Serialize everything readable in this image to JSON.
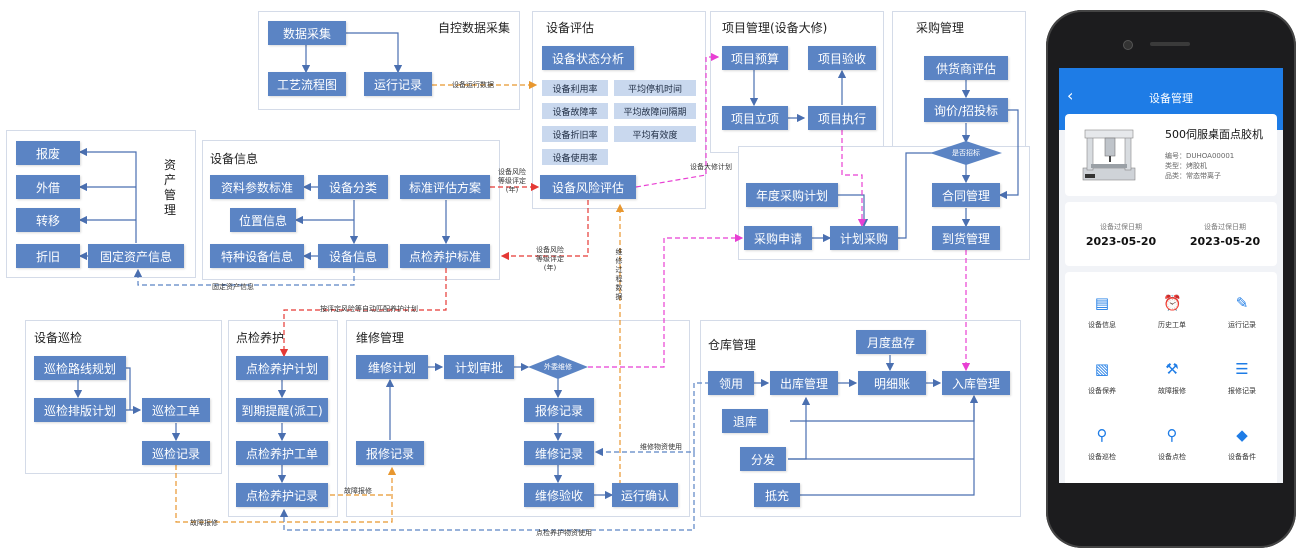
{
  "panels": {
    "auto_data": "自控数据采集",
    "eval": "设备评估",
    "project": "项目管理(设备大修)",
    "purchase": "采购管理",
    "asset": "资产管理",
    "device_info": "设备信息",
    "patrol": "设备巡检",
    "maint": "点检养护",
    "repair": "维修管理",
    "warehouse": "仓库管理"
  },
  "boxes": {
    "data_collect": "数据采集",
    "process_chart": "工艺流程图",
    "run_record": "运行记录",
    "status_analysis": "设备状态分析",
    "risk_eval": "设备风险评估",
    "proj_budget": "项目预算",
    "proj_accept": "项目验收",
    "proj_setup": "项目立项",
    "proj_exec": "项目执行",
    "supplier_eval": "供货商评估",
    "inquiry": "询价/招投标",
    "contract": "合同管理",
    "arrival": "到货管理",
    "annual_plan": "年度采购计划",
    "purchase_req": "采购申请",
    "plan_purchase": "计划采购",
    "scrap": "报废",
    "lend": "外借",
    "transfer": "转移",
    "depreciate": "折旧",
    "fixed_asset": "固定资产信息",
    "param_std": "资料参数标准",
    "classify": "设备分类",
    "std_plan": "标准评估方案",
    "location": "位置信息",
    "special": "特种设备信息",
    "device_info": "设备信息",
    "maint_std": "点检养护标准",
    "route_plan": "巡检路线规划",
    "schedule": "巡检排版计划",
    "patrol_order": "巡检工单",
    "patrol_record": "巡检记录",
    "maint_plan": "点检养护计划",
    "due_remind": "到期提醒(派工)",
    "maint_order": "点检养护工单",
    "maint_record": "点检养护记录",
    "repair_plan": "维修计划",
    "plan_approve": "计划审批",
    "report_record": "报修记录",
    "report_record2": "报修记录",
    "repair_record": "维修记录",
    "repair_accept": "维修验收",
    "run_confirm": "运行确认",
    "collect": "领用",
    "outbound": "出库管理",
    "detail": "明细账",
    "inbound": "入库管理",
    "monthly": "月度盘存",
    "return": "退库",
    "distribute": "分发",
    "offset": "抵充"
  },
  "light_boxes": [
    "设备利用率",
    "平均停机时间",
    "设备故障率",
    "平均故障间隔期",
    "设备折旧率",
    "平均有效度",
    "设备使用率"
  ],
  "decisions": {
    "bidding": "是否招标",
    "outsource": "外委维修"
  },
  "notes": {
    "run_data": "设备运行数据",
    "risk_level_a": "设备风险\n等级评定\n(年)",
    "overhaul_plan": "设备大修计划",
    "risk_level_b": "设备风险\n等级评定\n(年)",
    "repair_data": "维修过程数据",
    "fixed_info": "固定资产信息",
    "auto_match": "按评定风险等自动匹配养护计划",
    "fault_report": "故障报修",
    "fault_report2": "故障报修",
    "material_use": "维修物资使用",
    "maint_material": "点检养护物资使用"
  },
  "phone": {
    "title": "设备管理",
    "device_name": "500伺服桌面点胶机",
    "code": "编号：DUHOA00001",
    "type": "类型：烤胶机",
    "category": "品类：常态带离子",
    "warranty_label_a": "设备过保日期",
    "warranty_date_a": "2023-05-20",
    "warranty_label_b": "设备过保日期",
    "warranty_date_b": "2023-05-20",
    "grid": [
      {
        "label": "设备信息",
        "icon": "device-info-icon"
      },
      {
        "label": "历史工单",
        "icon": "history-order-icon"
      },
      {
        "label": "运行记录",
        "icon": "run-record-icon"
      },
      {
        "label": "设备保养",
        "icon": "maintenance-icon"
      },
      {
        "label": "故障报修",
        "icon": "repair-tools-icon"
      },
      {
        "label": "报修记录",
        "icon": "repair-record-icon"
      },
      {
        "label": "设备巡检",
        "icon": "patrol-location-icon"
      },
      {
        "label": "设备点检",
        "icon": "inspection-search-icon"
      },
      {
        "label": "设备备件",
        "icon": "spare-parts-cube-icon"
      }
    ]
  },
  "colors": {
    "box": "#5b84c4",
    "light_box": "#c9d8ee",
    "line": "#4a6fb0",
    "orange_dash": "#e8972f",
    "red_dash": "#e53935",
    "magenta_dash": "#e83fd3",
    "blue_dash": "#5b84c4",
    "phone_header": "#1e7ce6"
  }
}
